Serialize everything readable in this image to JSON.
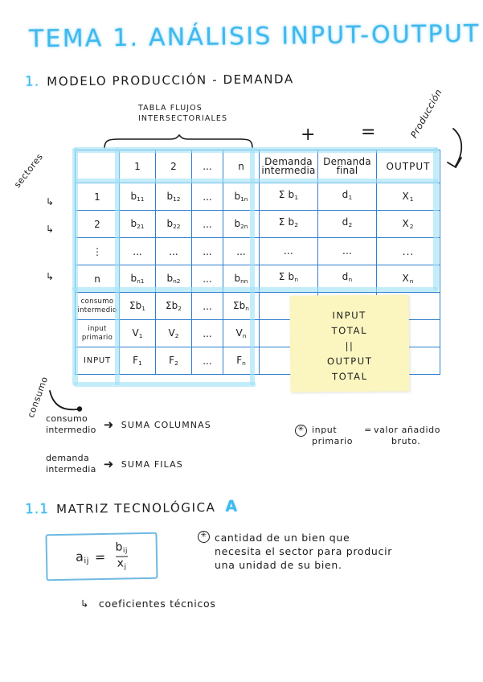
{
  "page": {
    "title": "TEMA 1. ANÁLISIS INPUT-OUTPUT",
    "ink_primary": "#1b1b1b",
    "ink_accent": "#3fb9ee",
    "highlighter": "#9fe2f7",
    "table_grid": "#2f7fd0",
    "sticky_bg": "#fbf6c0",
    "paper_bg": "#ffffff"
  },
  "sections": {
    "s1": {
      "number": "1.",
      "label": "MODELO   PRODUCCIÓN - DEMANDA"
    },
    "s11": {
      "number": "1.1",
      "label": "MATRIZ   TECNOLÓGICA",
      "mark": "A"
    }
  },
  "table_caption": {
    "line1": "TABLA  FLUJOS",
    "line2": "INTERSECTORIALES"
  },
  "operators": {
    "plus": "+",
    "equals": "="
  },
  "side_labels": {
    "sectores": "sectores",
    "consumo": "consumo",
    "produccion": "Producción"
  },
  "row_arrows": [
    "↳",
    "↳",
    "↳"
  ],
  "table": {
    "headers": [
      "",
      "1",
      "2",
      "...",
      "n",
      "Demanda intermedia",
      "Demanda final",
      "OUTPUT"
    ],
    "headers_split": {
      "demanda_intermedia": [
        "Demanda",
        "intermedia"
      ],
      "demanda_final": [
        "Demanda",
        "final"
      ],
      "output": "OUTPUT"
    },
    "rows": [
      {
        "label": "1",
        "cells": [
          "b11",
          "b12",
          "...",
          "b1n"
        ],
        "sum": "Σ b1",
        "demand": "d1",
        "output": "X1"
      },
      {
        "label": "2",
        "cells": [
          "b21",
          "b22",
          "...",
          "b2n"
        ],
        "sum": "Σ b2",
        "demand": "d2",
        "output": "X2"
      },
      {
        "label": "⋮",
        "cells": [
          "...",
          "...",
          "...",
          "..."
        ],
        "sum": "...",
        "demand": "...",
        "output": "..."
      },
      {
        "label": "n",
        "cells": [
          "bn1",
          "bn2",
          "...",
          "bnn"
        ],
        "sum": "Σ bn",
        "demand": "dn",
        "output": "Xn"
      }
    ],
    "footer_rows": [
      {
        "label_line1": "consumo",
        "label_line2": "intermedio",
        "cells": [
          "Σb1",
          "Σb2",
          "...",
          "Σbn"
        ]
      },
      {
        "label_line1": "input",
        "label_line2": "primario",
        "cells": [
          "V1",
          "V2",
          "...",
          "Vn"
        ]
      },
      {
        "label_line1": "INPUT",
        "label_line2": "",
        "cells": [
          "F1",
          "F2",
          "...",
          "Fn"
        ]
      }
    ]
  },
  "sticky_note": {
    "lines": [
      "INPUT",
      "TOTAL",
      "||",
      "OUTPUT",
      "TOTAL"
    ]
  },
  "notes": {
    "n1": {
      "lhs_line1": "consumo",
      "lhs_line2": "intermedio",
      "arrow": "➜",
      "rhs": "SUMA   COLUMNAS"
    },
    "n2": {
      "lhs_line1": "demanda",
      "lhs_line2": "intermedia",
      "arrow": "➜",
      "rhs": "SUMA   FILAS"
    },
    "n3": {
      "marker": "✳",
      "lhs_line1": "input",
      "lhs_line2": "primario",
      "eq": "=",
      "rhs_line1": "valor añadido",
      "rhs_line2": "bruto."
    },
    "n4": {
      "marker": "✳",
      "line1": "cantidad de un  bien  que",
      "line2": "necesita el  sector para  producir",
      "line3": "una  unidad   de  su    bien."
    },
    "n5": {
      "arrow": "↳",
      "text": "coeficientes  técnicos"
    }
  },
  "formula": {
    "lhs": "a",
    "lhs_sub": "ij",
    "eq": "=",
    "num": "b",
    "num_sub": "ij",
    "den": "x",
    "den_sub": "j"
  }
}
